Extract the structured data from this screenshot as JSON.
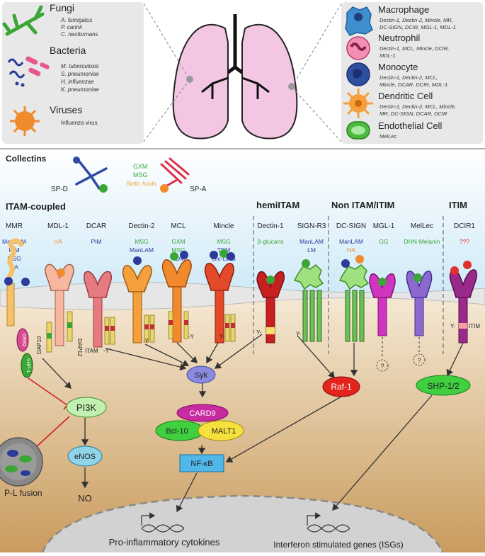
{
  "pathogens": [
    {
      "name": "Fungi",
      "species": [
        "A. fumigatus",
        "P. carinii",
        "C. neoformans"
      ]
    },
    {
      "name": "Bacteria",
      "species": [
        "M. tuberculosis",
        "S. pneumoniae",
        "H. influenzae",
        "K. pneumoniae"
      ]
    },
    {
      "name": "Viruses",
      "species": [
        "Influenza virus"
      ]
    }
  ],
  "cells": [
    {
      "name": "Macrophage",
      "receptors": [
        "Dectin-1, Dectin-2, Mincle, MR,",
        "DC-SIGN, DCIR, MGL-1, MDL-1"
      ],
      "color": "#3f8fcf"
    },
    {
      "name": "Neutrophil",
      "receptors": [
        "Dectin-1, MCL, Mincle, DCIR,",
        "MDL-1"
      ],
      "color": "#e8578f"
    },
    {
      "name": "Monocyte",
      "receptors": [
        "Dectin-1, Dectin-2, MCL,",
        "Mincle, DCAR, DCIR, MDL-1"
      ],
      "color": "#2f4f9f"
    },
    {
      "name": "Dendritic Cell",
      "receptors": [
        "Dectin-1, Dectin-2, MCL, Mincle,",
        "MR, DC-SIGN, DCAR, DCIR"
      ],
      "color": "#f5a03c"
    },
    {
      "name": "Endothelial Cell",
      "receptors": [
        "MelLec"
      ],
      "color": "#4cbb3f"
    }
  ],
  "collectins": {
    "title": "Collectins",
    "spd": "SP-D",
    "spa": "SP-A",
    "ligands": [
      "GXM",
      "MSG",
      "Sialic Acids"
    ]
  },
  "groups": [
    "ITAM-coupled",
    "hemiITAM",
    "Non ITAM/ITIM",
    "ITIM"
  ],
  "receptors": [
    {
      "name": "MMR",
      "ligands": [
        {
          "t": "ManLAM",
          "c": "#2b3a9b"
        },
        {
          "t": "PIM",
          "c": "#2b3a9b"
        },
        {
          "t": "MSG",
          "c": "#2b3a9b"
        },
        {
          "t": "HA",
          "c": "#2b3a9b"
        }
      ]
    },
    {
      "name": "MDL-1",
      "ligands": [
        {
          "t": "HA",
          "c": "#f08a2c"
        }
      ]
    },
    {
      "name": "DCAR",
      "ligands": [
        {
          "t": "PIM",
          "c": "#2b3a9b"
        }
      ]
    },
    {
      "name": "Dectin-2",
      "ligands": [
        {
          "t": "MSG",
          "c": "#3aa635"
        },
        {
          "t": "ManLAM",
          "c": "#2b3a9b"
        }
      ]
    },
    {
      "name": "MCL",
      "ligands": [
        {
          "t": "GXM",
          "c": "#3aa635"
        },
        {
          "t": "MSG",
          "c": "#3aa635"
        },
        {
          "t": "TDM",
          "c": "#2b3a9b"
        }
      ]
    },
    {
      "name": "Mincle",
      "ligands": [
        {
          "t": "MSG",
          "c": "#3aa635"
        },
        {
          "t": "TDM",
          "c": "#2b3a9b"
        },
        {
          "t": "Glc-DAG",
          "c": "#2b3a9b"
        }
      ]
    },
    {
      "name": "Dectin-1",
      "ligands": [
        {
          "t": "β-glucans",
          "c": "#3aa635"
        }
      ]
    },
    {
      "name": "SIGN-R3",
      "ligands": [
        {
          "t": "ManLAM",
          "c": "#2b3a9b"
        },
        {
          "t": "LM",
          "c": "#2b3a9b"
        }
      ]
    },
    {
      "name": "DC-SIGN",
      "ligands": [
        {
          "t": "ManLAM",
          "c": "#2b3a9b"
        },
        {
          "t": "HA",
          "c": "#f08a2c"
        }
      ]
    },
    {
      "name": "MGL-1",
      "ligands": [
        {
          "t": "GG",
          "c": "#3aa635"
        }
      ]
    },
    {
      "name": "MelLec",
      "ligands": [
        {
          "t": "DHN-Melanin",
          "c": "#3aa635"
        }
      ]
    },
    {
      "name": "DCIR1",
      "ligands": [
        {
          "t": "???",
          "c": "#e03030"
        }
      ]
    }
  ],
  "adaptors": {
    "grb2": "GRB2",
    "shp1": "SHP-1",
    "dap10": "DAP10",
    "dap12": "DAP12",
    "itam": "ITAM",
    "itim": "ITIM",
    "y": "-Y",
    "yl": "Y-",
    "q": "?"
  },
  "signaling": {
    "syk": "Syk",
    "card9": "CARD9",
    "bcl10": "Bcl-10",
    "malt1": "MALT1",
    "nfkb": "NF-κB",
    "pi3k": "PI3K",
    "enos": "eNOS",
    "no": "NO",
    "raf1": "Raf-1",
    "shp12": "SHP-1/2",
    "plfusion": "P-L fusion"
  },
  "outputs": {
    "left": "Pro-inflammatory cytokines",
    "right": "Interferon stimulated genes (ISGs)"
  }
}
